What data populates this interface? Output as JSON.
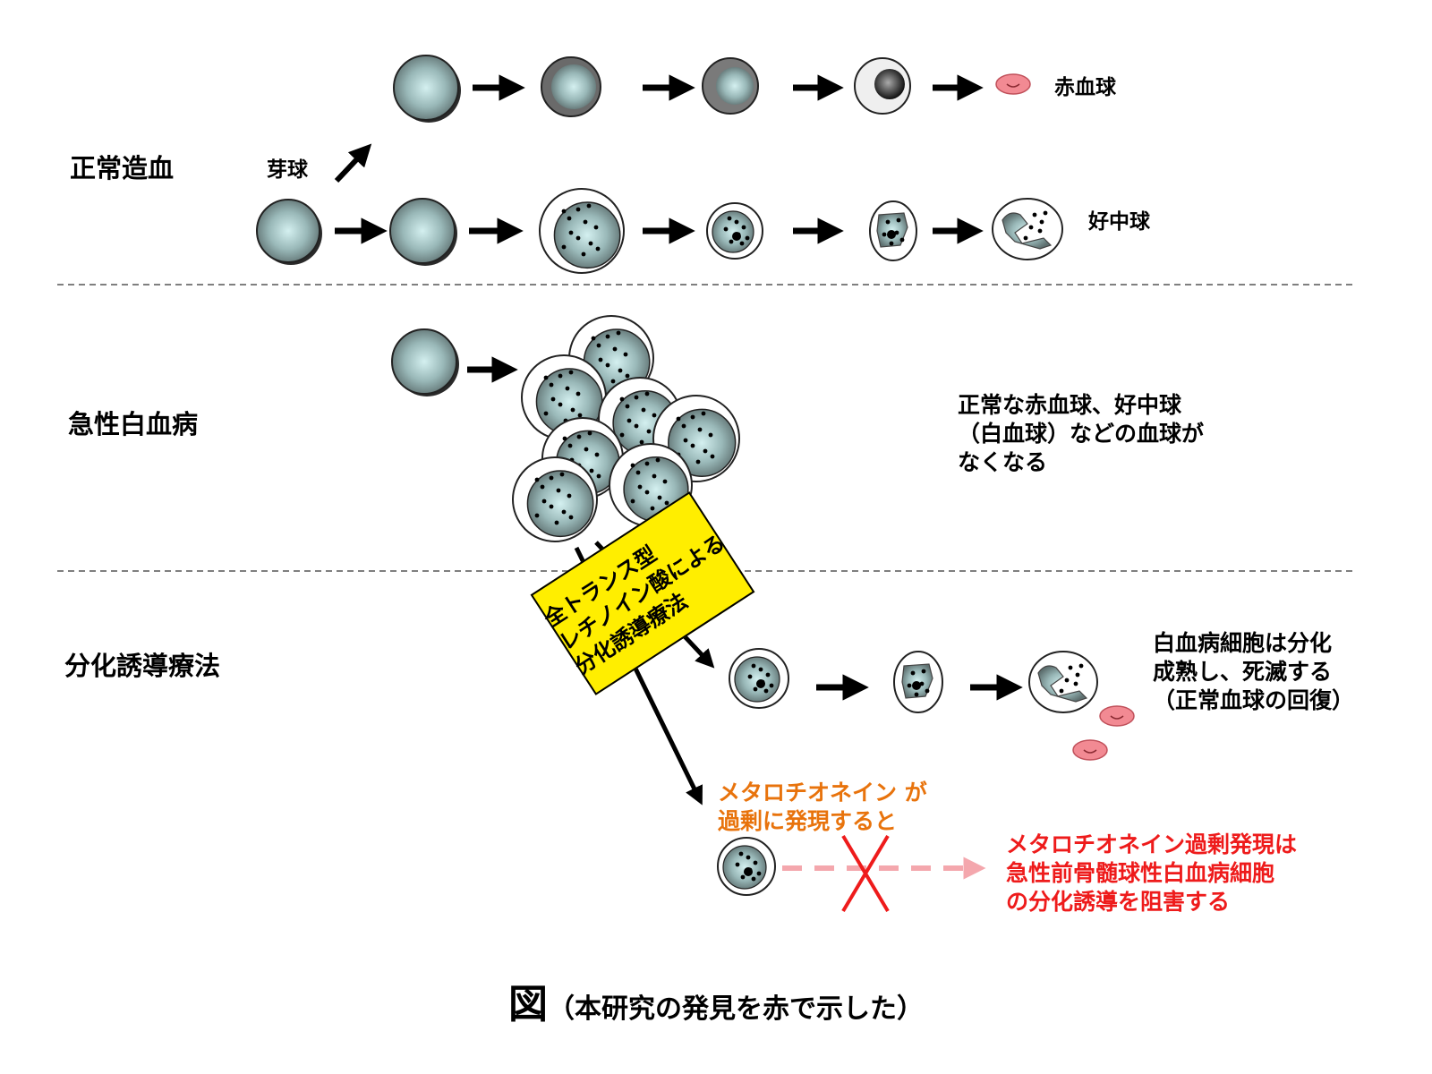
{
  "sections": {
    "normal": "正常造血",
    "leukemia": "急性白血病",
    "therapy": "分化誘導療法"
  },
  "labels": {
    "blast": "芽球",
    "erythrocyte": "赤血球",
    "neutrophil": "好中球"
  },
  "leukemia_note": "正常な赤血球、好中球\n（白血球）などの血球が\nなくなる",
  "drug_box": "全トランス型\nレチノイン酸による\n分化誘導療法",
  "therapy_result": "白血病細胞は分化\n成熟し、死滅する\n（正常血球の回復）",
  "mt_condition": "メタロチオネイン が\n過剰に発現すると",
  "finding": "メタロチオネイン過剰発現は\n急性前骨髄球性白血病細胞\nの分化誘導を阻害する",
  "figure_title": {
    "main": "図",
    "sub": "（本研究の発見を赤で示した）"
  },
  "colors": {
    "cell_center": "#d4f0f0",
    "cell_edge": "#5e7070",
    "erythrocyte": "#f28a93",
    "highlight_drug": "#ffee00",
    "finding_red": "#ee1b1b",
    "condition_orange": "#e8730c",
    "blocked_arrow": "#f4a7ad"
  }
}
